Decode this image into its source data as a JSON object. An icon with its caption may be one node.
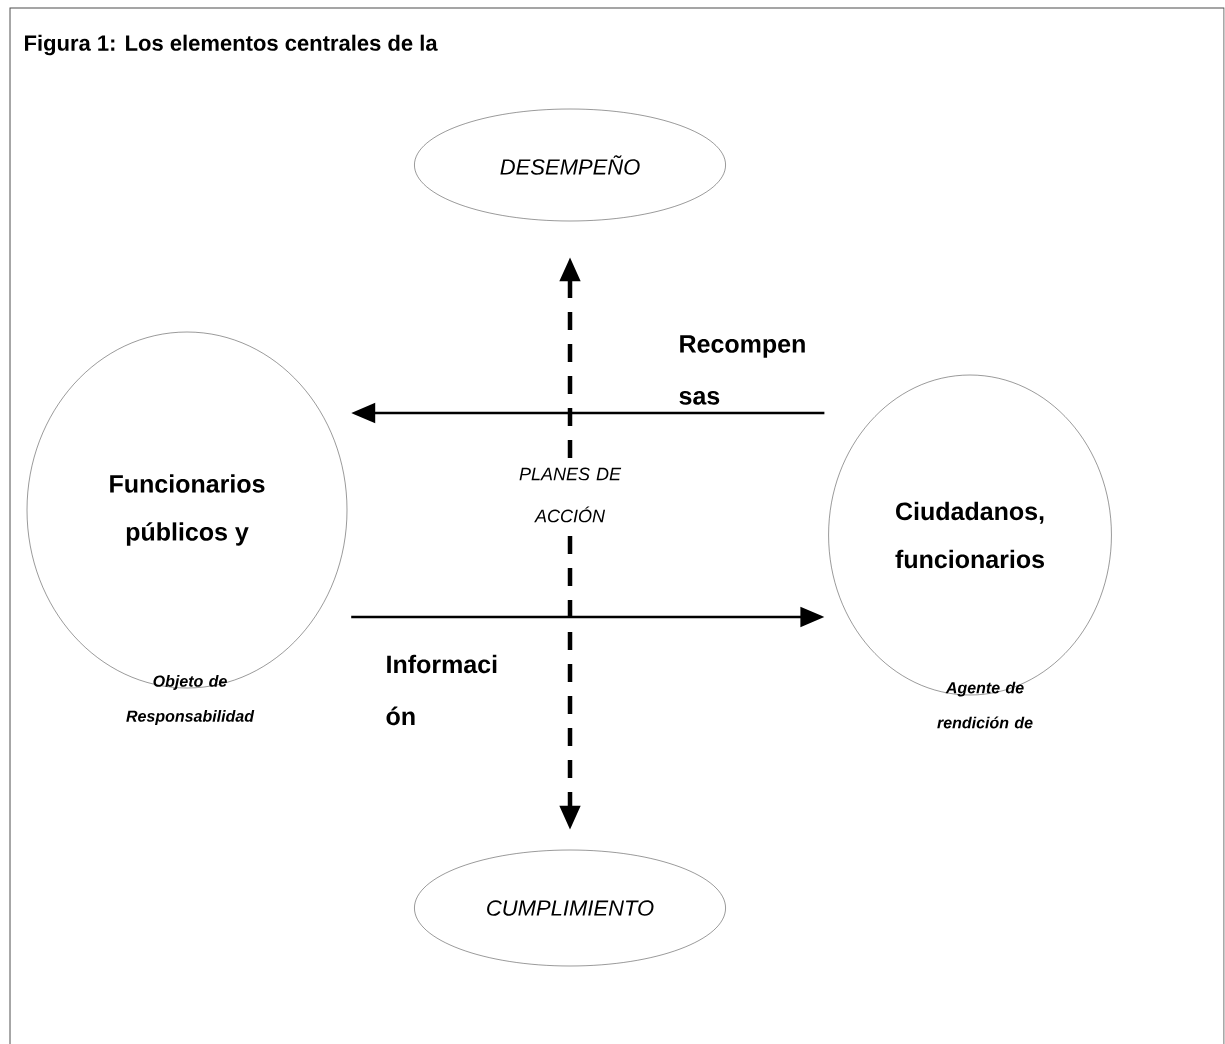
{
  "diagram": {
    "title": "Figura 1: Los elementos centrales de la",
    "nodes": [
      {
        "text": [
          "DESEMPEÑO"
        ]
      },
      {
        "text": [
          "Funcionarios públicos y"
        ],
        "beside": [
          "Objeto de Responsabilidad"
        ]
      },
      {
        "text": [
          "Ciudadanos, funcionarios"
        ],
        "beside": [
          "Agente de rendición de"
        ]
      },
      {
        "text": [
          "CUMPLIMIENTO"
        ]
      }
    ],
    "edges": [
      {
        "from": 2,
        "to": 1,
        "arrow": "to",
        "label": "Recompen sas"
      },
      {
        "from": 1,
        "to": 2,
        "arrow": "to",
        "label": "Informaci ón"
      },
      {
        "from": 0,
        "to": 3,
        "arrow": "both",
        "style": "dashed",
        "label": "PLANES DE ACCIÓN"
      }
    ]
  }
}
